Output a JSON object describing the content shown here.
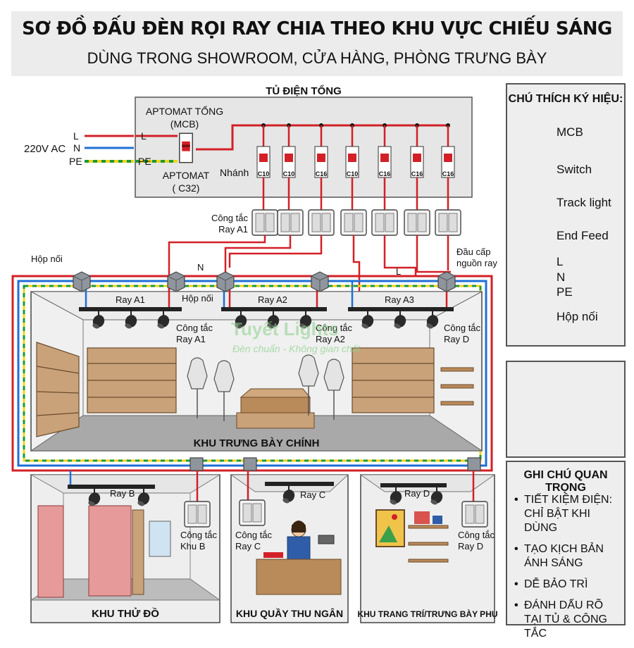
{
  "header": {
    "title": "SƠ ĐỒ ĐẤU ĐÈN RỌI RAY CHIA THEO KHU VỰC CHIẾU SÁNG",
    "subtitle": "DÙNG TRONG SHOWROOM, CỬA HÀNG, PHÒNG TRƯNG BÀY"
  },
  "panel": {
    "title": "TỦ ĐIỆN TỔNG",
    "main_breaker_label": "APTOMAT TỔNG",
    "main_breaker_sub": "(MCB)",
    "breaker_rating_label": "APTOMAT",
    "breaker_rating_value": "( C32)",
    "branch_label": "Nhánh",
    "line_L": "L",
    "line_PE": "PE",
    "breakers": [
      "C10",
      "C10",
      "C16",
      "C10",
      "C16",
      "C16",
      "C16"
    ]
  },
  "supply": {
    "label": "220V AC",
    "L": "L",
    "N": "N",
    "PE": "PE"
  },
  "wiring": {
    "switch_ray_a1": "Công tắc\nRay A1",
    "junction_box": "Hộp nối",
    "junction_box_2": "Hộp nối",
    "n_label": "N",
    "l_label": "L",
    "feed_label": "Đầu cấp\nnguồn ray"
  },
  "main_room": {
    "name": "KHU TRƯNG BÀY CHÍNH",
    "rails": [
      "Ray A1",
      "Ray A2",
      "Ray A3"
    ],
    "switch_a1": "Công tắc\nRay A1",
    "switch_a2": "Công tắc\nRay A2",
    "switch_d": "Công tắc\nRay D",
    "watermark_brand": "Tuyết Lights",
    "watermark_slogan": "Đèn chuẩn - Không gian chất"
  },
  "zones": [
    {
      "name": "KHU THỬ ĐỒ",
      "rail": "Ray B",
      "switch": "Công tắc\nKhu B"
    },
    {
      "name": "KHU QUẦY THU NGÂN",
      "rail": "Ray C",
      "switch": "Công tắc\nRay C"
    },
    {
      "name": "KHU TRANG TRÍ/TRƯNG BÀY PHỤ",
      "rail": "Ray D",
      "switch": "Công tắc\nRay D"
    }
  ],
  "legend": {
    "title": "CHÚ THÍCH KÝ HIỆU:",
    "items": [
      "MCB",
      "Switch",
      "Track light",
      "End Feed",
      "L",
      "N",
      "PE",
      "Hộp nối"
    ]
  },
  "notes": {
    "title": "GHI CHÚ QUAN TRỌNG",
    "items": [
      "TIẾT KIỆM ĐIỆN: CHỈ BẬT KHI DÙNG",
      "TẠO KỊCH BẢN ÁNH SÁNG",
      "DỄ BẢO TRÌ",
      "ĐÁNH DẤU RÕ TẠI TỦ & CÔNG TẮC"
    ]
  },
  "colors": {
    "live": "#d32027",
    "neutral": "#1f6fd6",
    "earth_green": "#1a9a3a",
    "earth_yellow": "#f2d21b",
    "panel_bg": "#e6e6e6",
    "room_floor": "#a9a9a9",
    "wood": "#b98a5a"
  }
}
